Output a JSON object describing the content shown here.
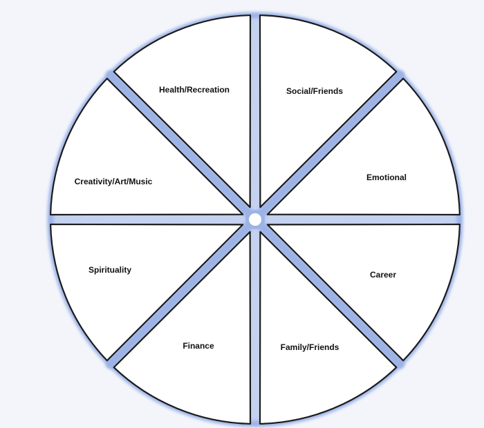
{
  "colors": {
    "background": "#f3f5fb",
    "segment_fill": "#ffffff",
    "segment_stroke": "#1a1a1a",
    "spoke_glow": "#9db3e6"
  },
  "wheel": {
    "segments": [
      {
        "label": "Social/Friends"
      },
      {
        "label": "Emotional"
      },
      {
        "label": "Career"
      },
      {
        "label": "Family/Friends"
      },
      {
        "label": "Finance"
      },
      {
        "label": "Spirituality"
      },
      {
        "label": "Creativity/Art/Music"
      },
      {
        "label": "Health/Recreation"
      }
    ]
  }
}
